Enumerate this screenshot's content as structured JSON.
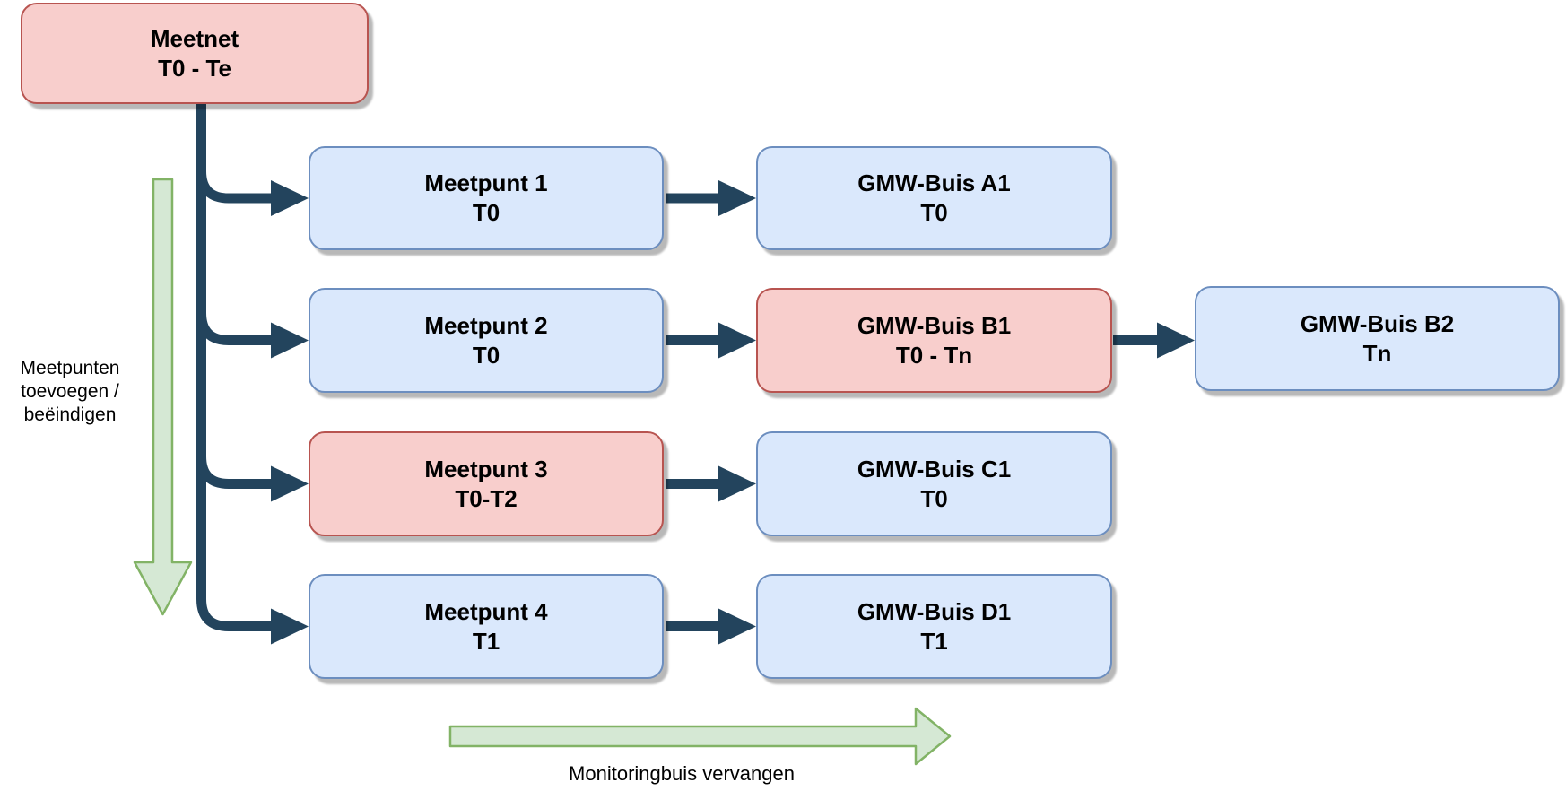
{
  "diagram": {
    "nodes": {
      "meetnet": {
        "title": "Meetnet",
        "period": "T0 - Te"
      },
      "meetpunt1": {
        "title": "Meetpunt 1",
        "period": "T0"
      },
      "gmw_a1": {
        "title": "GMW-Buis A1",
        "period": "T0"
      },
      "meetpunt2": {
        "title": "Meetpunt 2",
        "period": "T0"
      },
      "gmw_b1": {
        "title": "GMW-Buis B1",
        "period": "T0 - Tn"
      },
      "gmw_b2": {
        "title": "GMW-Buis B2",
        "period": "Tn"
      },
      "meetpunt3": {
        "title": "Meetpunt 3",
        "period": "T0-T2"
      },
      "gmw_c1": {
        "title": "GMW-Buis C1",
        "period": "T0"
      },
      "meetpunt4": {
        "title": "Meetpunt 4",
        "period": "T1"
      },
      "gmw_d1": {
        "title": "GMW-Buis D1",
        "period": "T1"
      }
    },
    "annotations": {
      "left_arrow": {
        "line1": "Meetpunten",
        "line2": "toevoegen /",
        "line3": "beëindigen"
      },
      "bottom_arrow": {
        "label": "Monitoringbuis vervangen"
      }
    },
    "colors": {
      "node_blue_fill": "#dae8fc",
      "node_blue_stroke": "#6c8ebf",
      "node_red_fill": "#f8cecc",
      "node_red_stroke": "#b85450",
      "arrow_green_fill": "#d5e8d4",
      "arrow_green_stroke": "#82b366",
      "connector_dark": "#23445d"
    }
  }
}
